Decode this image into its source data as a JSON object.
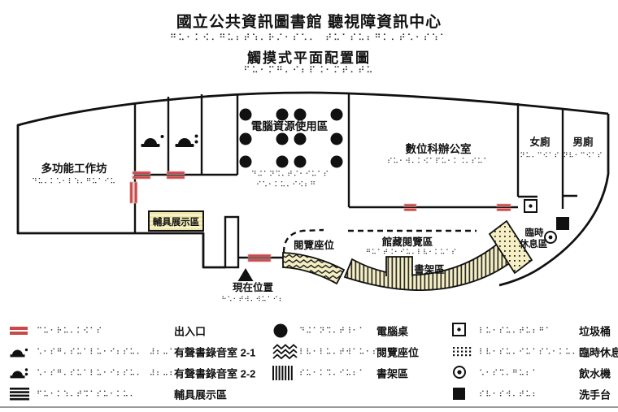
{
  "header": {
    "title": "國立公共資訊圖書館 聽視障資訊中心",
    "title_braille": "⠛⠥⠂⠅⠪⠄⠛⠥⠆⠞⠱⠄⠗⠌⠂⠎⠡⠄⠀⠞⠥⠁⠎⠥⠆⠛⠅⠄⠞⠡⠂⠎⠱⠁",
    "subtitle": "觸摸式平面配置圖",
    "subtitle_braille": "⠋⠥⠂⠍⠛⠄⠊⠆⠏⠨⠂⠍⠞⠄⠞⠥"
  },
  "colors": {
    "door_red": "#c94848",
    "area_yellow": "#f5efc3",
    "wall_black": "#111111",
    "divider_gray": "#9a9a9a"
  },
  "plan": {
    "workshop": {
      "label": "多功能工作坊",
      "braille": "⠙⠥⠄⠅⠡⠂⠇⠱⠄⠛⠥⠁⠊⠥"
    },
    "computer": {
      "label": "電腦資源使用區",
      "braille1": "⠙⠬⠁⠝⠩⠄⠞⠌⠂⠊⠥⠁⠎",
      "braille2": "⠊⠡⠂⠅⠥⠄⠊⠪⠆⠛"
    },
    "office": {
      "label": "數位科辦公室",
      "braille": "⠎⠥⠂⠺⠄⠅⠪⠁⠏⠥⠂⠅⠨⠄⠎⠥⠁"
    },
    "women": {
      "label": "女廁",
      "braille": "⠝⠥⠄⠉⠪⠁⠎"
    },
    "men": {
      "label": "男廁",
      "braille": "⠝⠧⠂⠉⠪⠁⠎"
    },
    "assistive": {
      "label": "輔具展示區"
    },
    "seats": {
      "label": "閱覽座位"
    },
    "collection": {
      "label": "館藏閱覽區",
      "braille": "⠛⠥⠁⠞⠨⠂⠊⠥⠄⠇⠧⠂⠅⠥⠁⠎"
    },
    "shelf": {
      "label": "書架區"
    },
    "rest": {
      "line1": "臨時",
      "line2": "休息區"
    },
    "here": {
      "label": "現在位置",
      "braille": "⠓⠡⠂⠞⠺⠄⠺⠥⠁⠊⠆"
    }
  },
  "legend": {
    "entrance": {
      "braille": "⠉⠥⠂⠗⠥⠄⠅⠪⠁⠎",
      "label": "出入口"
    },
    "recording1": {
      "braille": "⠡⠂⠎⠛⠄⠎⠥⠁⠇⠥⠂⠊⠆⠎⠥⠄⠀⠼⠆⠤⠁",
      "label": "有聲書錄音室 2-1"
    },
    "recording2": {
      "braille": "⠡⠂⠎⠛⠄⠎⠥⠁⠇⠥⠂⠊⠆⠎⠥⠄⠀⠼⠆⠤⠆",
      "label": "有聲書錄音室 2-2"
    },
    "assistive": {
      "braille": "⠋⠥⠂⠅⠱⠄⠞⠩⠁⠎⠥⠂⠅⠥⠄",
      "label": "輔具展示區"
    },
    "desk": {
      "braille": "⠙⠬⠁⠝⠩⠄⠞⠸⠂⠁",
      "label": "電腦桌"
    },
    "seats": {
      "braille": "⠇⠧⠂⠇⠥⠄⠞⠺⠁⠥⠂⠎",
      "label": "閱覽座位"
    },
    "shelf": {
      "braille": "⠎⠥⠂⠅⠩⠄⠊⠥⠆⠁",
      "label": "書架區"
    },
    "trash": {
      "braille": "⠇⠥⠂⠎⠥⠄⠞⠥⠆⠛⠁",
      "label": "垃圾桶"
    },
    "rest": {
      "braille": "⠇⠧⠂⠎⠥⠄⠊⠥⠁⠎⠡⠂⠅⠥⠄⠎⠆",
      "label": "臨時休息區"
    },
    "water": {
      "braille": "⠡⠂⠎⠩⠄⠛⠥⠆⠁",
      "label": "飲水機"
    },
    "sink": {
      "braille": "⠎⠧⠂⠎⠺⠄⠞⠥⠆",
      "label": "洗手台"
    }
  }
}
